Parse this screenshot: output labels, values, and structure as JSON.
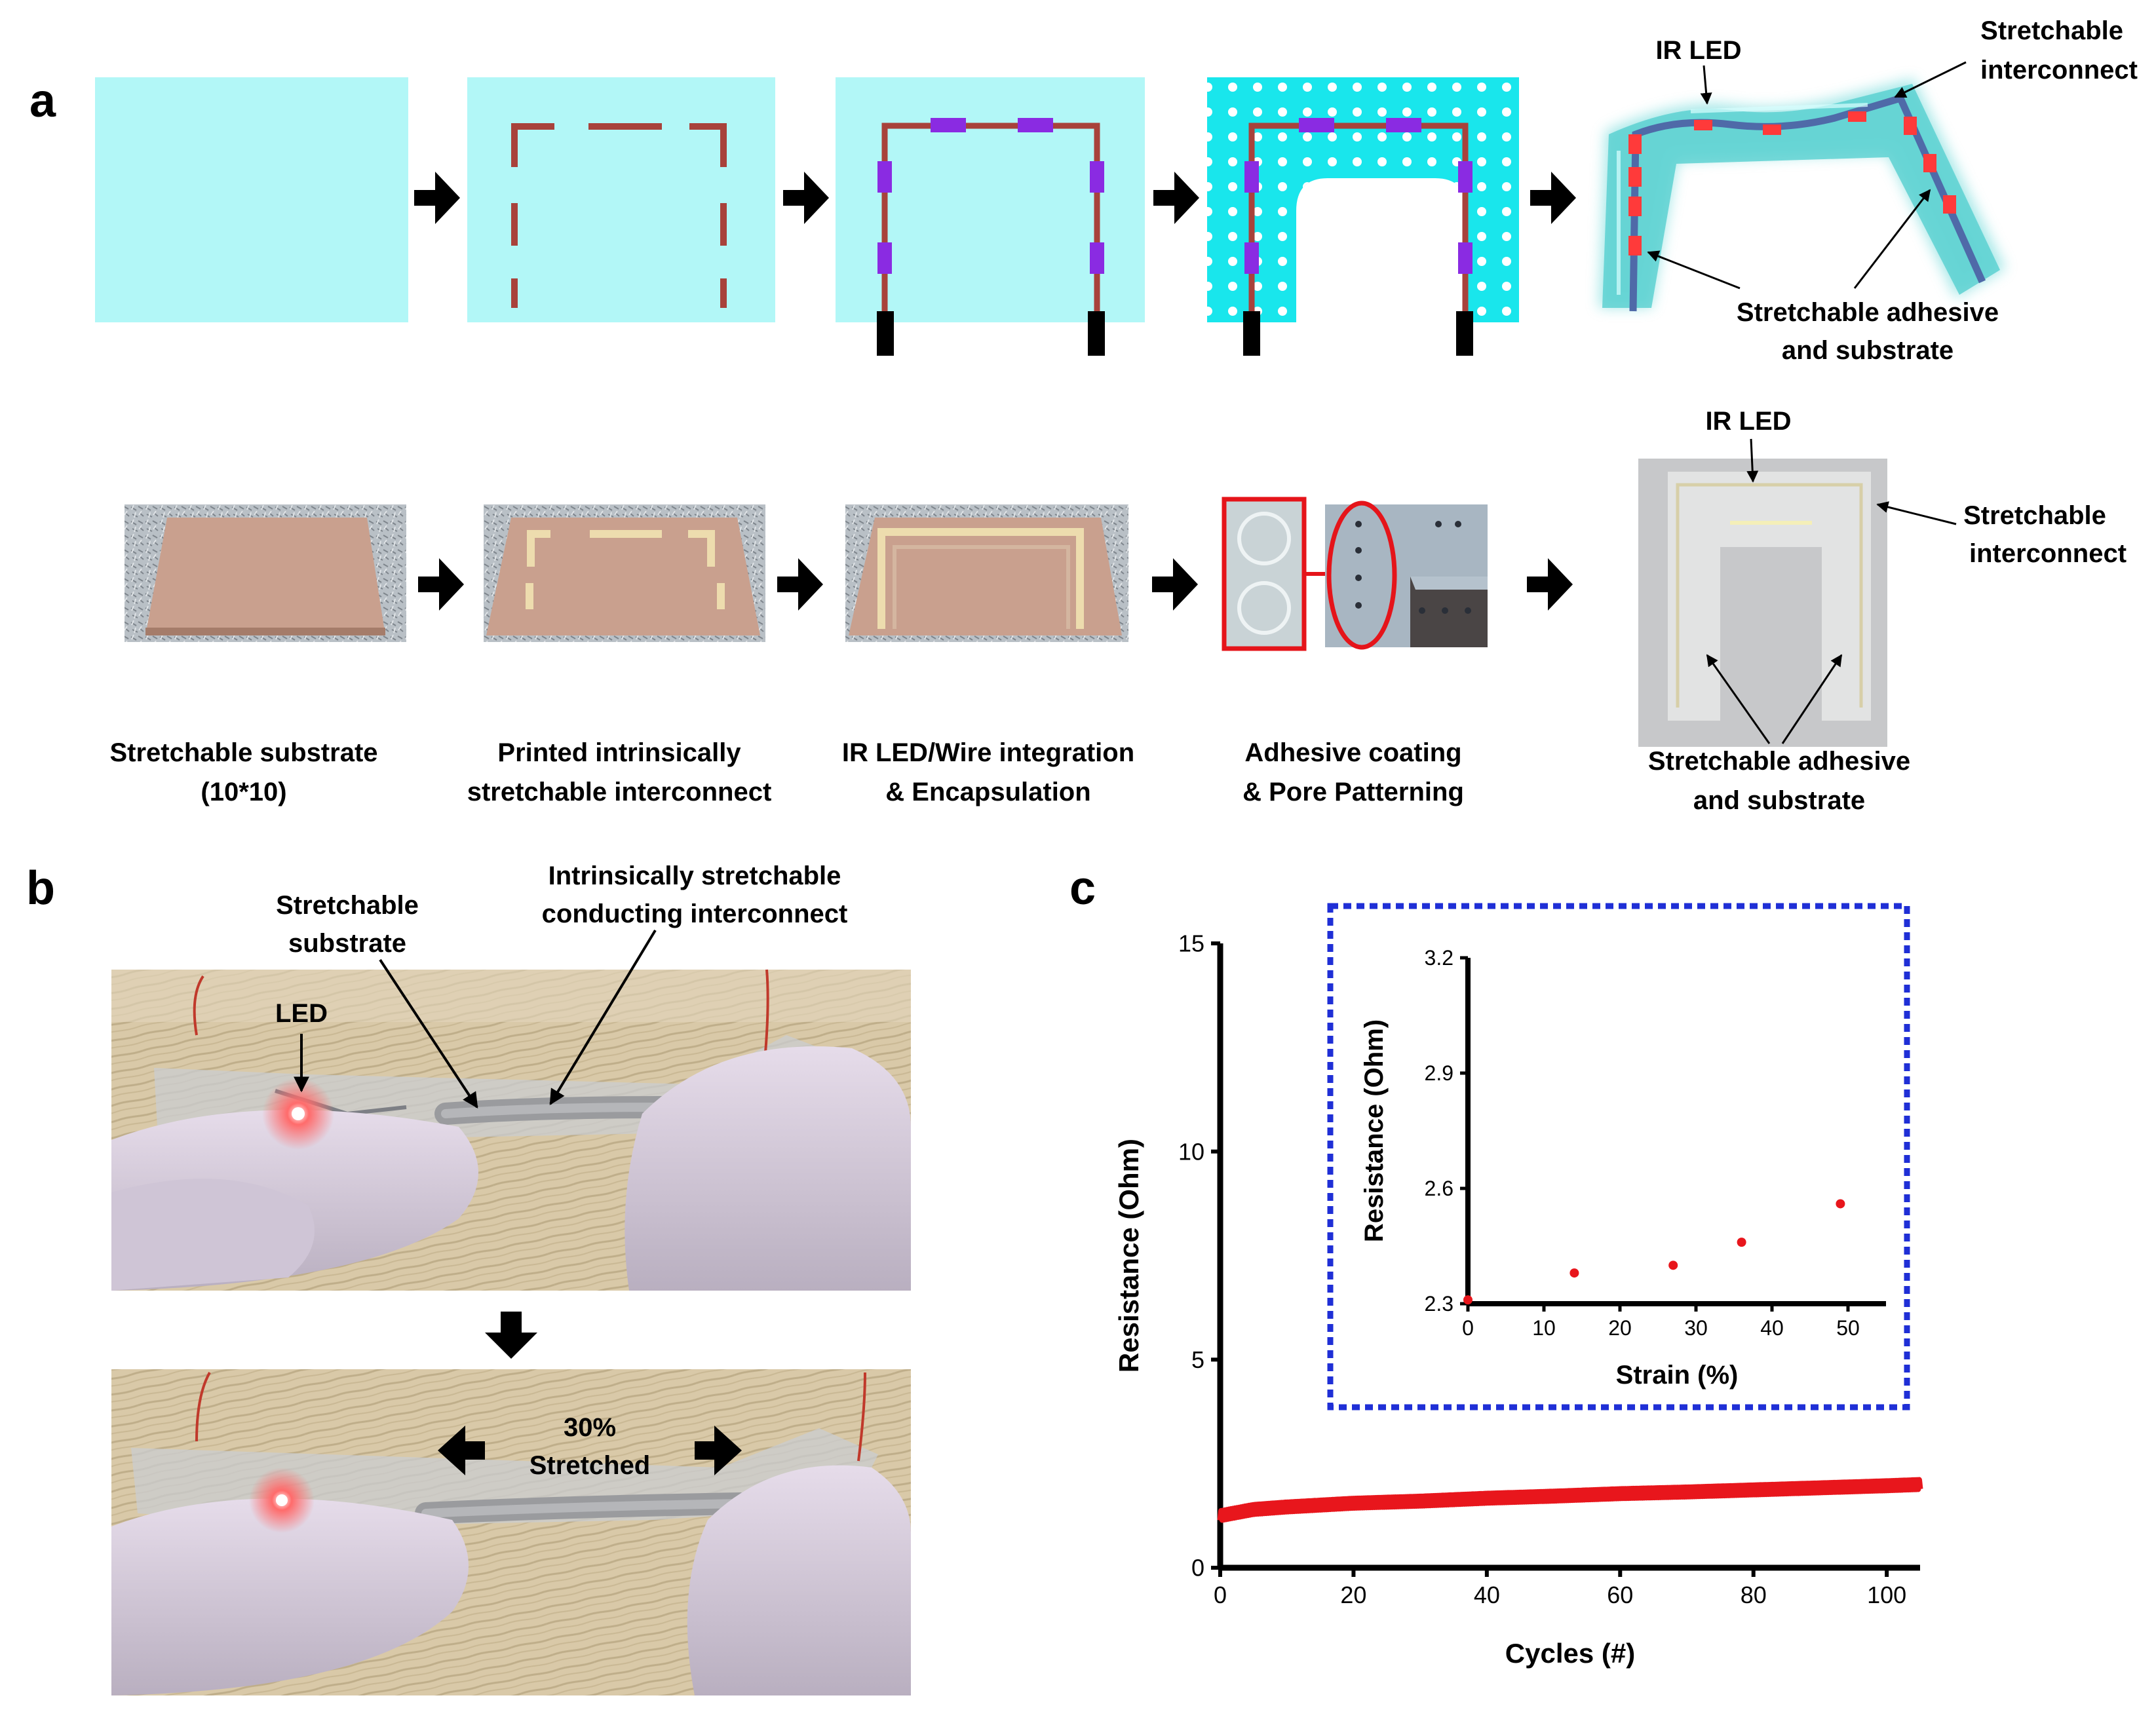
{
  "panel_a": {
    "label": "a",
    "schematic": {
      "ir_led": "IR LED",
      "interconnect_1": "Stretchable",
      "interconnect_2": "interconnect",
      "adhesive_1": "Stretchable adhesive",
      "adhesive_2": "and substrate"
    },
    "photo_annotations": {
      "ir_led": "IR LED",
      "interconnect_1": "Stretchable",
      "interconnect_2": "interconnect",
      "adhesive_1": "Stretchable adhesive",
      "adhesive_2": "and substrate"
    },
    "steps": [
      {
        "line1": "Stretchable substrate",
        "line2": "(10*10)"
      },
      {
        "line1": "Printed intrinsically",
        "line2": "stretchable interconnect"
      },
      {
        "line1": "IR LED/Wire integration",
        "line2": "& Encapsulation"
      },
      {
        "line1": "Adhesive coating",
        "line2": "& Pore Patterning"
      }
    ]
  },
  "panel_b": {
    "label": "b",
    "substrate_1": "Stretchable",
    "substrate_2": "substrate",
    "interconnect_1": "Intrinsically stretchable",
    "interconnect_2": "conducting interconnect",
    "led": "LED",
    "stretch_1": "30%",
    "stretch_2": "Stretched"
  },
  "panel_c": {
    "label": "c"
  },
  "colors": {
    "cyan_light": "#b2f7f7",
    "cyan": "#19e6ec",
    "interconnect": "#a8423b",
    "led_pad": "#8a2be2",
    "data_red": "#e8161c",
    "inset_border": "#1f2fd6"
  },
  "chart_data": [
    {
      "type": "line",
      "xlabel": "Cycles (#)",
      "ylabel": "Resistance (Ohm)",
      "xlim": [
        0,
        105
      ],
      "ylim": [
        0,
        15
      ],
      "xticks": [
        0,
        20,
        40,
        60,
        80,
        100
      ],
      "yticks": [
        0,
        5,
        10,
        15
      ],
      "series": [
        {
          "x": [
            0,
            5,
            10,
            20,
            30,
            40,
            50,
            60,
            70,
            80,
            90,
            100,
            105
          ],
          "values": [
            1.25,
            1.4,
            1.46,
            1.55,
            1.6,
            1.67,
            1.72,
            1.78,
            1.82,
            1.87,
            1.92,
            1.97,
            2.0
          ]
        }
      ],
      "grid": false
    },
    {
      "type": "scatter",
      "xlabel": "Strain (%)",
      "ylabel": "Resistance (Ohm)",
      "xlim": [
        0,
        55
      ],
      "ylim": [
        2.3,
        3.2
      ],
      "xticks": [
        0,
        10,
        20,
        30,
        40,
        50
      ],
      "yticks": [
        2.3,
        2.6,
        2.9,
        3.2
      ],
      "series": [
        {
          "x": [
            0,
            14,
            27,
            36,
            49
          ],
          "values": [
            2.31,
            2.38,
            2.4,
            2.46,
            2.56
          ]
        }
      ],
      "grid": false
    }
  ]
}
